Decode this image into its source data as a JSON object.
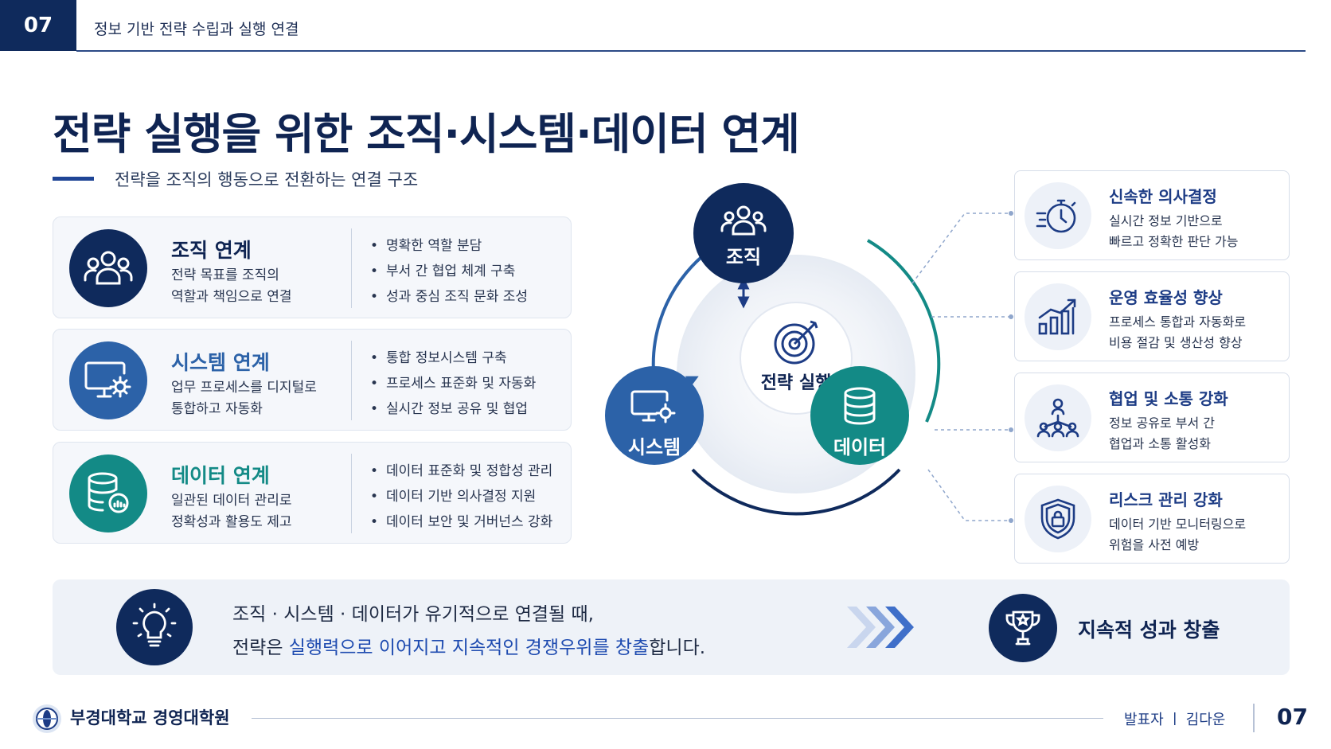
{
  "header": {
    "section_number": "07",
    "section_title": "정보 기반 전략 수립과 실행 연결"
  },
  "title": "전략 실행을 위한 조직·시스템·데이터 연계",
  "subtitle": "전략을 조직의 행동으로 전환하는 연결 구조",
  "linkages": [
    {
      "title": "조직 연계",
      "desc1": "전략 목표를 조직의",
      "desc2": "역할과 책임으로 연결",
      "bullets": [
        "명확한 역할 분담",
        "부서 간 협업 체계 구축",
        "성과 중심 조직 문화 조성"
      ],
      "icon": "people-icon"
    },
    {
      "title": "시스템 연계",
      "desc1": "업무 프로세스를 디지털로",
      "desc2": "통합하고 자동화",
      "bullets": [
        "통합 정보시스템 구축",
        "프로세스 표준화 및 자동화",
        "실시간 정보 공유 및 협업"
      ],
      "icon": "monitor-gear-icon"
    },
    {
      "title": "데이터 연계",
      "desc1": "일관된 데이터 관리로",
      "desc2": "정확성과 활용도 제고",
      "bullets": [
        "데이터 표준화 및 정합성 관리",
        "데이터 기반 의사결정 지원",
        "데이터 보안 및 거버넌스 강화"
      ],
      "icon": "database-icon"
    }
  ],
  "diagram": {
    "top": "조직",
    "center": "전략 실행",
    "left": "시스템",
    "right": "데이터"
  },
  "benefits": [
    {
      "title": "신속한 의사결정",
      "desc1": "실시간 정보 기반으로",
      "desc2": "빠르고 정확한 판단 가능",
      "icon": "stopwatch-icon"
    },
    {
      "title": "운영 효율성 향상",
      "desc1": "프로세스 통합과 자동화로",
      "desc2": "비용 절감 및 생산성 향상",
      "icon": "growth-chart-icon"
    },
    {
      "title": "협업 및 소통 강화",
      "desc1": "정보 공유로 부서 간",
      "desc2": "협업과 소통 활성화",
      "icon": "network-people-icon"
    },
    {
      "title": "리스크 관리 강화",
      "desc1": "데이터 기반 모니터링으로",
      "desc2": "위험을 사전 예방",
      "icon": "shield-lock-icon"
    }
  ],
  "banner": {
    "line1": "조직 · 시스템 · 데이터가 유기적으로 연결될 때,",
    "line2_pre": "전략은 ",
    "line2_highlight": "실행력으로 이어지고 지속적인 경쟁우위를 창출",
    "line2_post": "합니다.",
    "result": "지속적 성과 창출"
  },
  "footer": {
    "university": "부경대학교 경영대학원",
    "presenter": "발표자 ㅣ 김다운",
    "page": "07"
  },
  "colors": {
    "navy": "#0f2a5c",
    "blue": "#2c62a8",
    "teal": "#138a86",
    "accent": "#1e4bb0"
  }
}
